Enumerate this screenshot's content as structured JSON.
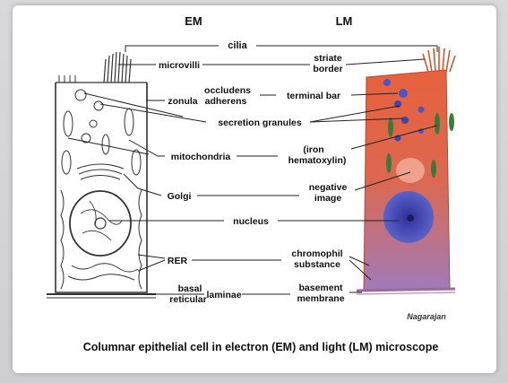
{
  "headers": {
    "em": "EM",
    "lm": "LM"
  },
  "labels": {
    "cilia": "cilia",
    "microvilli": "microvilli",
    "striate_border_1": "striate",
    "striate_border_2": "border",
    "zonula": "zonula",
    "occludens": "occludens",
    "adherens": "adherens",
    "terminal_bar": "terminal bar",
    "secretion_granules": "secretion granules",
    "mitochondria": "mitochondria",
    "iron_1": "(iron",
    "iron_2": "hematoxylin)",
    "golgi": "Golgi",
    "negative_1": "negative",
    "negative_2": "image",
    "nucleus": "nucleus",
    "rer": "RER",
    "chromophil_1": "chromophil",
    "chromophil_2": "substance",
    "basal": "basal",
    "reticular": "reticular",
    "laminae": "laminae",
    "basement_1": "basement",
    "basement_2": "membrane"
  },
  "signature": "Nagarajan",
  "caption": "Columnar epithelial cell in electron (EM) and light (LM) microscope",
  "colors": {
    "lm_cell_top": "#e4603e",
    "lm_cell_bottom": "#a27ab8",
    "nucleus_blue": "#4a4fb5",
    "mito_green": "#3b7a3d",
    "em_ink": "#333333"
  }
}
